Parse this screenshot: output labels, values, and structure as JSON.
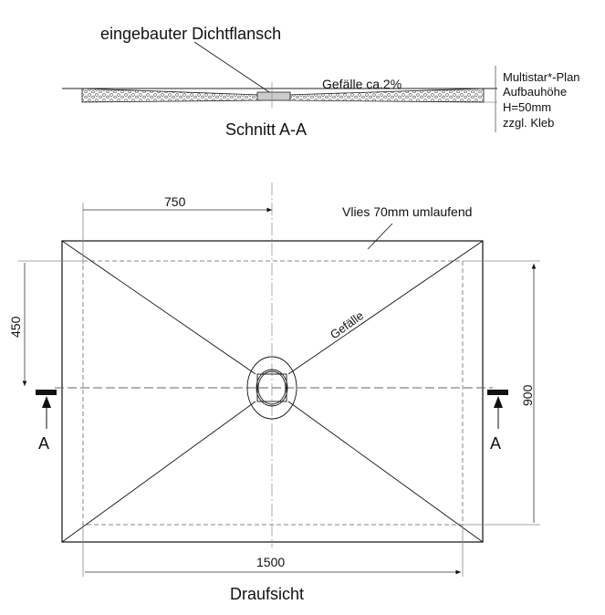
{
  "section": {
    "flange_label": "eingebauter Dichtflansch",
    "slope_label": "Gefälle ca.2%",
    "title": "Schnitt A-A",
    "spec_lines": [
      "Multistar*-Plan",
      "Aufbauhöhe",
      "H=50mm",
      "zzgl. Kleb"
    ]
  },
  "plan": {
    "title": "Draufsicht",
    "fleece_label": "Vlies 70mm umlaufend",
    "slope_label": "Gefälle",
    "dim_half_width": "750",
    "dim_width": "1500",
    "dim_half_depth": "450",
    "dim_depth": "900",
    "section_marker_left": "A",
    "section_marker_right": "A"
  }
}
